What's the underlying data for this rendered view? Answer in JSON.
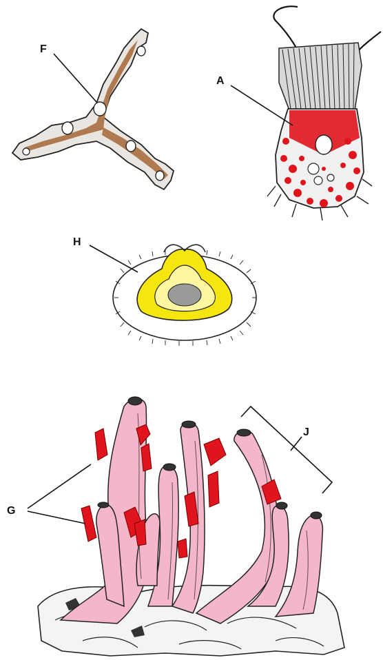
{
  "labels": {
    "F": "F",
    "A": "A",
    "H": "H",
    "G": "G",
    "J": "J"
  },
  "colors": {
    "spicule_cell": "#b07a50",
    "choanocyte_red": "#e0141c",
    "gemmule_yellow": "#f5e60f",
    "sponge_pink": "#f4b6c9",
    "outline": "#222222"
  },
  "icons": [
    "amoebocyte-cell",
    "choanocyte-cell",
    "gemmule",
    "sponge-colony"
  ]
}
